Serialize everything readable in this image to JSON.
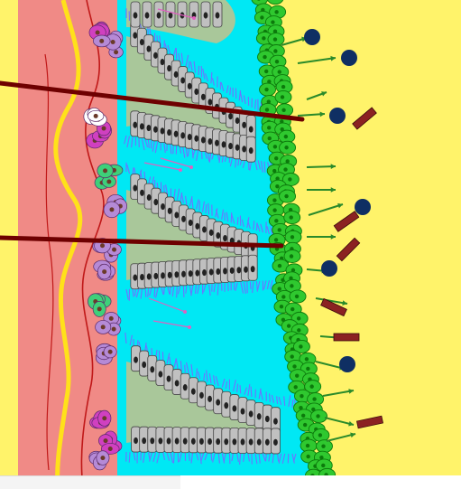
{
  "diagram": {
    "labels": [],
    "colors": {
      "tissue": "#f08a86",
      "lumen": "#00e8f4",
      "outer": "#fff36a",
      "epithelium": "#c0c0c0",
      "stroma": "#a9c79a",
      "cilia": "#7070ff",
      "membrane_cells": "#2fc82f",
      "membrane_dark": "#0c7a0c",
      "arrow": "#2a8a2a",
      "dark_circle": "#0f2f63",
      "rod": "#8b2222",
      "pointer_line": "#6e0000",
      "vessel_yellow": "#ffe11a",
      "vessel_red": "#c01818",
      "purple_cell": "#b58ad6",
      "magenta_cell": "#d040c0",
      "green_cell": "#3ed07a",
      "pink_arrow": "#e060c0"
    },
    "icons": [
      "pointer-line",
      "arrow-icon",
      "circle-marker",
      "rod-marker"
    ]
  }
}
